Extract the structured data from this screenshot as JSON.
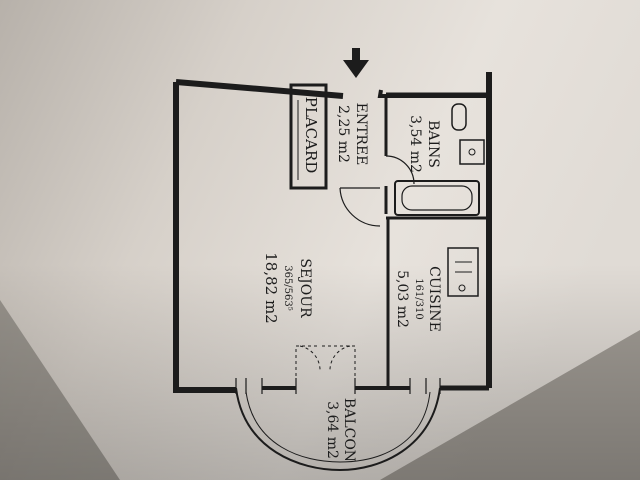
{
  "plan": {
    "rooms": {
      "sejour": {
        "name": "SEJOUR",
        "dims": "365/563⁵",
        "area": "18,82 m2"
      },
      "entree": {
        "name": "ENTREE",
        "area": "2,25 m2"
      },
      "placard": {
        "name": "PLACARD"
      },
      "bains": {
        "name": "BAINS",
        "area": "3,54 m2"
      },
      "cuisine": {
        "name": "CUISINE",
        "dims": "161/310",
        "area": "5,03 m2"
      },
      "balcon": {
        "name": "BALCON",
        "area": "3,64 m2"
      }
    }
  },
  "colors": {
    "paper": "#e6e1db",
    "ink": "#1c1c1c",
    "shadow": "#5c5852"
  },
  "icons": {
    "entry": "entry-arrow-icon"
  }
}
